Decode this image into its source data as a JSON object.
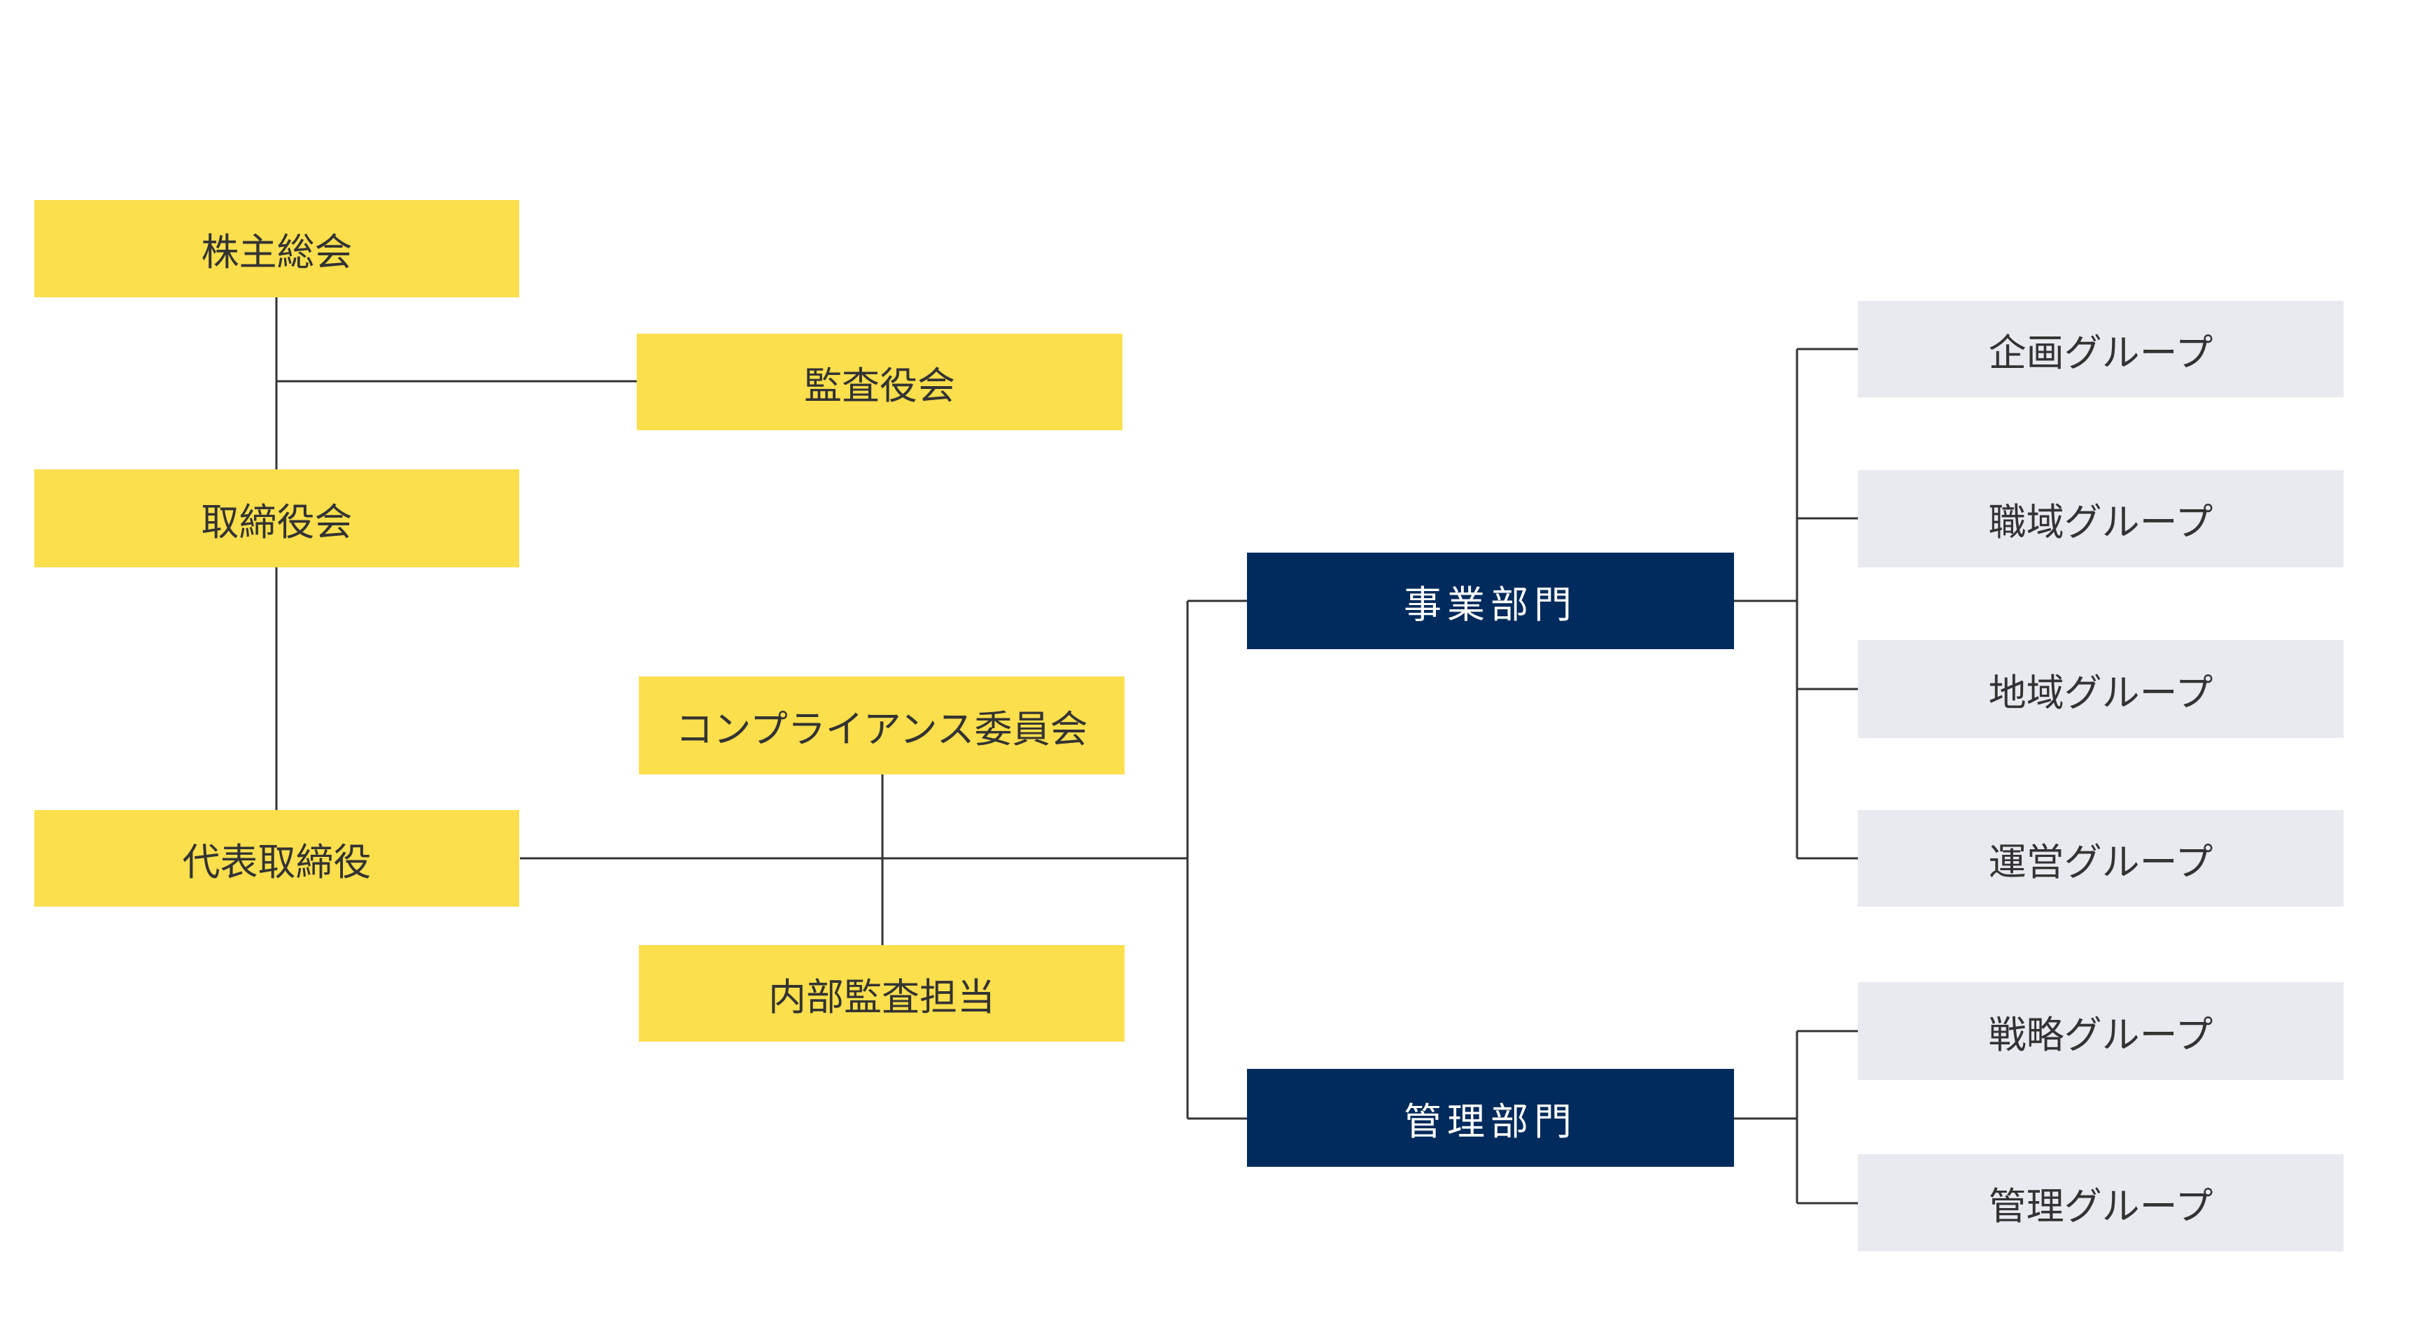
{
  "colors": {
    "governance_fill": "#fbdf4c",
    "division_fill": "#002b5c",
    "group_fill": "#e8eaf0",
    "connector": "#333333"
  },
  "nodes": {
    "shareholders_meeting": "株主総会",
    "audit_board": "監査役会",
    "board_of_directors": "取締役会",
    "representative_director": "代表取締役",
    "compliance_committee": "コンプライアンス委員会",
    "internal_audit": "内部監査担当",
    "business_division": "事業部門",
    "management_division": "管理部門",
    "planning_group": "企画グループ",
    "occupational_group": "職域グループ",
    "regional_group": "地域グループ",
    "operations_group": "運営グループ",
    "strategy_group": "戦略グループ",
    "management_group": "管理グループ"
  }
}
